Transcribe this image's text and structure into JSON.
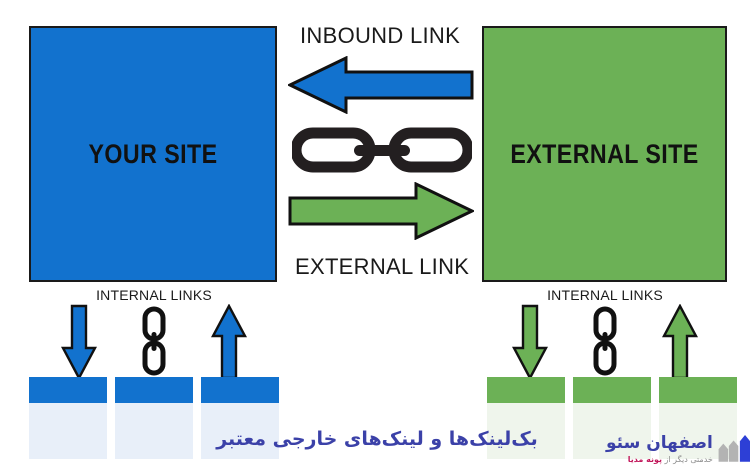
{
  "colors": {
    "blue": "#1272ce",
    "green": "#6cb156",
    "blue_pale": "#e8eff9",
    "green_pale": "#eff5ec",
    "outline": "#1a1a1a",
    "caption_blue": "#3b41a8",
    "logo_accent": "#c2185b",
    "background": "#ffffff"
  },
  "boxes": {
    "your_site": {
      "label": "YOUR SITE",
      "color": "#1272ce"
    },
    "external_site": {
      "label": "EXTERNAL SITE",
      "color": "#6cb156"
    }
  },
  "center": {
    "inbound_label": "INBOUND LINK",
    "external_label": "EXTERNAL LINK",
    "inbound_arrow_direction": "left",
    "external_arrow_direction": "right",
    "chain_icon": "chain-link-horizontal-icon"
  },
  "internal": {
    "left": {
      "label": "INTERNAL LINKS",
      "color": "#1272ce",
      "down_arrow": "arrow-down-icon",
      "chain_icon": "chain-link-vertical-icon",
      "up_arrow": "arrow-up-icon",
      "cards": [
        "card-1",
        "card-2",
        "card-3"
      ]
    },
    "right": {
      "label": "INTERNAL LINKS",
      "color": "#6cb156",
      "down_arrow": "arrow-down-icon",
      "chain_icon": "chain-link-vertical-icon",
      "up_arrow": "arrow-up-icon",
      "cards": [
        "card-1",
        "card-2",
        "card-3"
      ]
    }
  },
  "caption": {
    "text": "بک‌لینک‌ها و لینک‌های خارجی معتبر"
  },
  "logo": {
    "title": "اصفهان سئو",
    "subtitle_prefix": "خدمتی دیگر از",
    "subtitle_brand": "پونه مدیا",
    "mark": "three-pillars-icon"
  }
}
